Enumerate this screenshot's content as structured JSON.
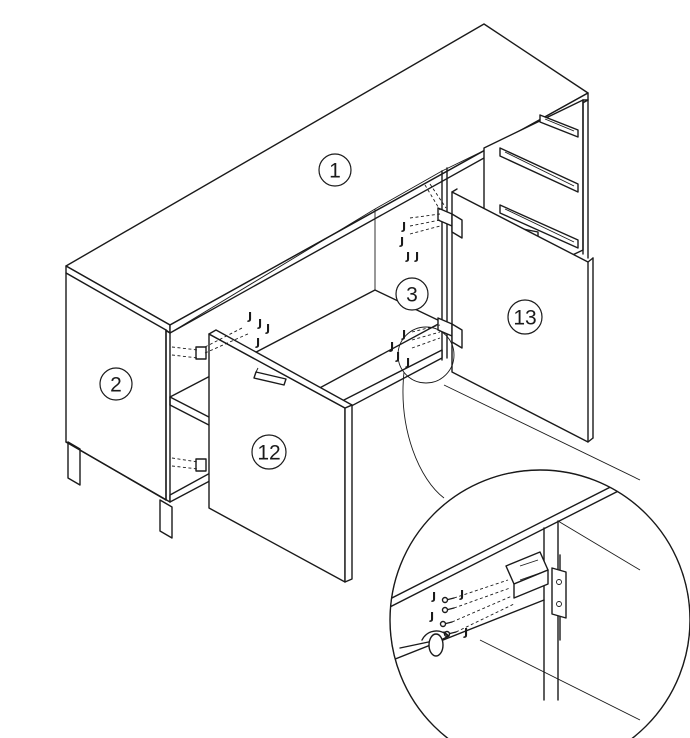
{
  "part_labels": [
    {
      "id": "label-1",
      "text": "1"
    },
    {
      "id": "label-2",
      "text": "2"
    },
    {
      "id": "label-3",
      "text": "3"
    },
    {
      "id": "label-12",
      "text": "12"
    },
    {
      "id": "label-13",
      "text": "13"
    }
  ],
  "screw_labels": {
    "left_upper": [
      "J",
      "J",
      "J",
      "J"
    ],
    "right_upper": [
      "J",
      "J",
      "J",
      "J"
    ],
    "right_lower": [
      "J",
      "J",
      "J",
      "J"
    ],
    "detail": [
      "J",
      "J",
      "J",
      "J"
    ]
  }
}
